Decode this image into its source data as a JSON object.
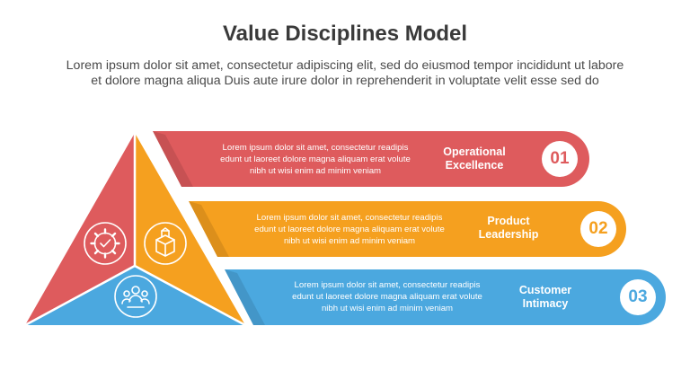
{
  "header": {
    "title": "Value Disciplines Model",
    "subtitle_line1": "Lorem ipsum dolor sit amet, consectetur adipiscing elit, sed do eiusmod tempor incididunt ut labore",
    "subtitle_line2": "et dolore magna aliqua Duis aute irure dolor in reprehenderit in voluptate velit esse sed do"
  },
  "colors": {
    "red": "#DE5B5D",
    "orange": "#F5A01F",
    "blue": "#4BA8DF"
  },
  "items": [
    {
      "number": "01",
      "label_line1": "Operational",
      "label_line2": "Excellence",
      "desc_line1": "Lorem ipsum dolor sit amet, consectetur readipis",
      "desc_line2": "edunt ut laoreet dolore magna aliquam erat volute",
      "desc_line3": "nibh ut wisi enim ad minim veniam",
      "color": "#DE5B5D",
      "icon": "gear-check-icon"
    },
    {
      "number": "02",
      "label_line1": "Product",
      "label_line2": "Leadership",
      "desc_line1": "Lorem ipsum dolor sit amet, consectetur readipis",
      "desc_line2": "edunt ut laoreet dolore magna aliquam erat volute",
      "desc_line3": "nibh ut wisi enim ad minim veniam",
      "color": "#F5A01F",
      "icon": "product-box-icon"
    },
    {
      "number": "03",
      "label_line1": "Customer",
      "label_line2": "Intimacy",
      "desc_line1": "Lorem ipsum dolor sit amet, consectetur readipis",
      "desc_line2": "edunt ut laoreet dolore magna aliquam erat volute",
      "desc_line3": "nibh ut wisi enim ad minim veniam",
      "color": "#4BA8DF",
      "icon": "customer-group-icon"
    }
  ]
}
